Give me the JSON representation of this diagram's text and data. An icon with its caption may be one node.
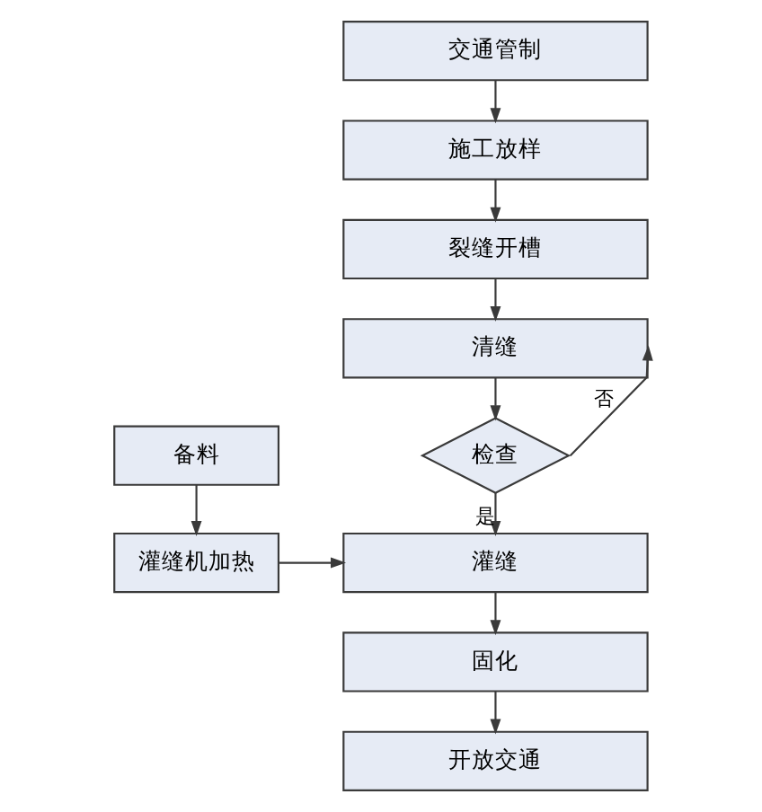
{
  "diagram": {
    "nodes": [
      {
        "text": [
          "交通管制"
        ]
      },
      {
        "text": [
          "施工放样"
        ]
      },
      {
        "text": [
          "裂缝开槽"
        ]
      },
      {
        "text": [
          "清缝"
        ]
      },
      {
        "text": [
          "备料"
        ]
      },
      {
        "text": [
          "检查"
        ]
      },
      {
        "text": [
          "灌缝机加热"
        ]
      },
      {
        "text": [
          "灌缝"
        ]
      },
      {
        "text": [
          "固化"
        ]
      },
      {
        "text": [
          "开放交通"
        ]
      }
    ],
    "edges": [
      {
        "from": 0,
        "to": 1,
        "arrow": "to"
      },
      {
        "from": 1,
        "to": 2,
        "arrow": "to"
      },
      {
        "from": 2,
        "to": 3,
        "arrow": "to"
      },
      {
        "from": 3,
        "to": 5,
        "arrow": "to"
      },
      {
        "from": 5,
        "to": 7,
        "label": "是",
        "arrow": "to"
      },
      {
        "from": 5,
        "to": 3,
        "label": "否",
        "arrow": "to"
      },
      {
        "from": 4,
        "to": 6,
        "arrow": "to"
      },
      {
        "from": 6,
        "to": 7,
        "arrow": "to"
      },
      {
        "from": 7,
        "to": 8,
        "arrow": "to"
      },
      {
        "from": 8,
        "to": 9,
        "arrow": "to"
      }
    ]
  }
}
